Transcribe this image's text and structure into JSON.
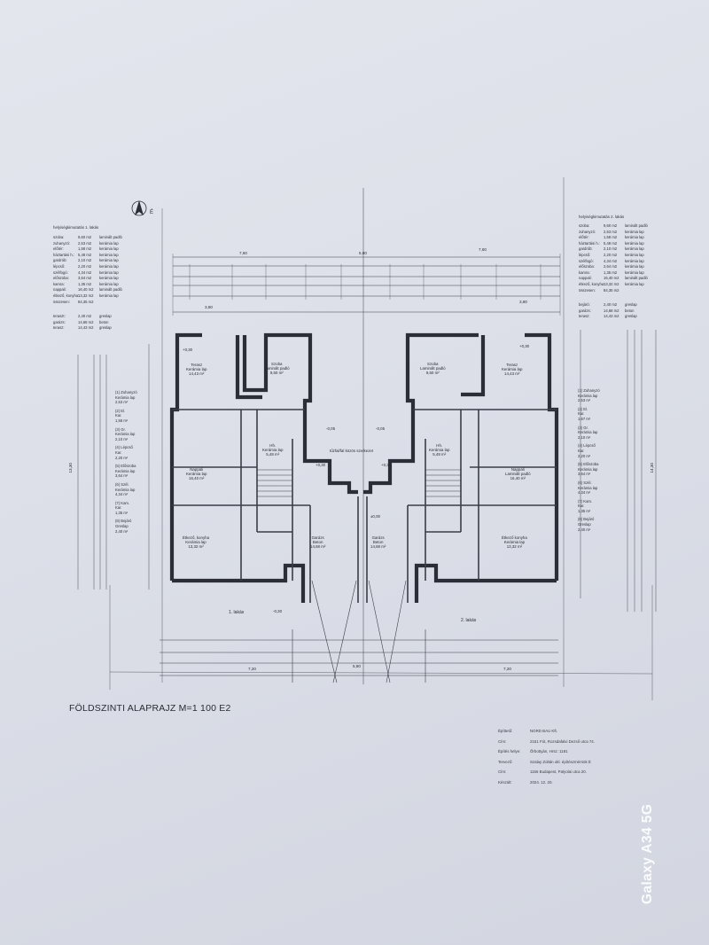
{
  "sheet": {
    "drawing_title": "FÖLDSZINTI ALAPRAJZ M=1 100 E2",
    "north_label": "É",
    "unit_labels": {
      "left": "1. lakás",
      "right": "2. lakás"
    },
    "overall_top": [
      "7,60",
      "5,80",
      "7,60"
    ],
    "overall_bottom": [
      "7,20",
      "5,80",
      "7,20"
    ],
    "left_height": "13,30",
    "right_height": "14,30"
  },
  "left_table": {
    "title": "helyiségkimutatás 1. lakás",
    "rows": [
      {
        "name": "szoba:",
        "area": "9,60 m2",
        "floor": "laminált padló"
      },
      {
        "name": "zuhanyzó:",
        "area": "2,53 m2",
        "floor": "kerámia lap"
      },
      {
        "name": "előtér:",
        "area": "1,58 m2",
        "floor": "kerámia lap"
      },
      {
        "name": "háztartási h.:",
        "area": "5,48 m2",
        "floor": "kerámia lap"
      },
      {
        "name": "gardrób:",
        "area": "2,10 m2",
        "floor": "kerámia lap"
      },
      {
        "name": "lépcső:",
        "area": "2,20 m2",
        "floor": "kerámia lap"
      },
      {
        "name": "szélfogó:",
        "area": "4,34 m2",
        "floor": "kerámia lap"
      },
      {
        "name": "előszoba:",
        "area": "3,64 m2",
        "floor": "kerámia lap"
      },
      {
        "name": "kamra:",
        "area": "1,35 m2",
        "floor": "kerámia lap"
      },
      {
        "name": "nappali:",
        "area": "16,40 m2",
        "floor": "laminált padló"
      },
      {
        "name": "étkező, konyha:",
        "area": "13,32 m2",
        "floor": "kerámia lap"
      },
      {
        "name": "összesen:",
        "area": "84,35 m2",
        "floor": ""
      }
    ],
    "extra": [
      {
        "name": "teraszt:",
        "area": "2,40 m2",
        "floor": "greslap"
      },
      {
        "name": "garázs:",
        "area": "14,68 m2",
        "floor": "beton"
      },
      {
        "name": "terasz:",
        "area": "14,43 m2",
        "floor": "greslap"
      }
    ]
  },
  "right_table": {
    "title": "helyiségkimutatás 2. lakás",
    "rows": [
      {
        "name": "szoba:",
        "area": "9,60 m2",
        "floor": "laminált padló"
      },
      {
        "name": "zuhanyzó:",
        "area": "2,53 m2",
        "floor": "kerámia lap"
      },
      {
        "name": "előtér:",
        "area": "1,58 m2",
        "floor": "kerámia lap"
      },
      {
        "name": "háztartási h.:",
        "area": "5,48 m2",
        "floor": "kerámia lap"
      },
      {
        "name": "gardrób:",
        "area": "2,10 m2",
        "floor": "kerámia lap"
      },
      {
        "name": "lépcső:",
        "area": "2,20 m2",
        "floor": "kerámia lap"
      },
      {
        "name": "szélfogó:",
        "area": "4,34 m2",
        "floor": "kerámia lap"
      },
      {
        "name": "előszoba:",
        "area": "2,64 m2",
        "floor": "kerámia lap"
      },
      {
        "name": "kamra:",
        "area": "1,35 m2",
        "floor": "kerámia lap"
      },
      {
        "name": "nappali:",
        "area": "16,40 m2",
        "floor": "laminált padló"
      },
      {
        "name": "étkező, konyha:",
        "area": "13,32 m2",
        "floor": "kerámia lap"
      },
      {
        "name": "összesen:",
        "area": "84,35 m2",
        "floor": ""
      }
    ],
    "extra": [
      {
        "name": "bejáró:",
        "area": "2,40 m2",
        "floor": "greslap"
      },
      {
        "name": "garázs:",
        "area": "14,68 m2",
        "floor": "beton"
      },
      {
        "name": "terasz:",
        "area": "14,43 m2",
        "floor": "greslap"
      }
    ]
  },
  "left_legend": [
    {
      "num": "1",
      "name": "Zuhanyzó",
      "floor": "Kerámia lap",
      "area": "2,53 m²"
    },
    {
      "num": "2",
      "name": "El.",
      "floor": "Kar.",
      "area": "1,58 m²"
    },
    {
      "num": "3",
      "name": "Gr.",
      "floor": "Kerámia lap",
      "area": "2,10 m²"
    },
    {
      "num": "4",
      "name": "Lépcső",
      "floor": "Kar.",
      "area": "2,20 m²"
    },
    {
      "num": "5",
      "name": "Előszoba",
      "floor": "Kerámia lap",
      "area": "3,64 m²"
    },
    {
      "num": "6",
      "name": "Szél.",
      "floor": "Kerámia lap",
      "area": "4,34 m²"
    },
    {
      "num": "7",
      "name": "Kam.",
      "floor": "Kar.",
      "area": "1,35 m²"
    },
    {
      "num": "8",
      "name": "Bejáró",
      "floor": "Greslap",
      "area": "2,40 m²"
    }
  ],
  "right_legend": [
    {
      "num": "1",
      "name": "Zuhanyzó",
      "floor": "Kerámia lap",
      "area": "2,53 m²"
    },
    {
      "num": "2",
      "name": "El.",
      "floor": "Kar.",
      "area": "1,67 m²"
    },
    {
      "num": "3",
      "name": "Gr.",
      "floor": "Kerámia lap",
      "area": "2,10 m²"
    },
    {
      "num": "4",
      "name": "Lépcső",
      "floor": "Kar.",
      "area": "2,20 m²"
    },
    {
      "num": "5",
      "name": "Előszoba",
      "floor": "Kerámia lap",
      "area": "3,64 m²"
    },
    {
      "num": "6",
      "name": "Szél.",
      "floor": "Kerámia lap",
      "area": "4,34 m²"
    },
    {
      "num": "7",
      "name": "Kam.",
      "floor": "Kar.",
      "area": "1,35 m²"
    },
    {
      "num": "8",
      "name": "Bejáró",
      "floor": "Greslap",
      "area": "2,40 m²"
    }
  ],
  "rooms": {
    "l_terrace": {
      "name": "Terasz",
      "floor": "Kerámia lap",
      "area": "14,43 m²"
    },
    "l_room": {
      "name": "Szoba",
      "floor": "Laminált padló",
      "area": "9,60 m²"
    },
    "l_living": {
      "name": "Nappali",
      "floor": "Kerámia lap",
      "area": "16,40 m²"
    },
    "l_hh": {
      "name": "Hh.",
      "floor": "Kerámia lap",
      "area": "5,48 m²"
    },
    "l_kitchen": {
      "name": "Étkező, konyha",
      "floor": "Kerámia lap",
      "area": "13,32 m²"
    },
    "l_garage": {
      "name": "Garázs",
      "floor": "Beton",
      "area": "14,68 m²"
    },
    "r_room": {
      "name": "Szoba",
      "floor": "Laminált padló",
      "area": "9,60 m²"
    },
    "r_terrace": {
      "name": "Terasz",
      "floor": "Kerámia lap",
      "area": "14,43 m²"
    },
    "r_hh": {
      "name": "Hh.",
      "floor": "Kerámia lap",
      "area": "5,48 m²"
    },
    "r_living": {
      "name": "Nappali",
      "floor": "Laminált padló",
      "area": "16,40 m²"
    },
    "r_garage": {
      "name": "Garázs",
      "floor": "Beton",
      "area": "14,68 m²"
    },
    "r_kitchen": {
      "name": "Étkező konyha",
      "floor": "Kerámia lap",
      "area": "13,32 m²"
    }
  },
  "center_note": "tűzfal/fal közös szerkezet",
  "level_marks": [
    "+0,30",
    "+0,30",
    "-0,05",
    "-0,05",
    "+0,30",
    "+0,30",
    "±0,00",
    "-0,30"
  ],
  "title_block": [
    {
      "label": "Építtető:",
      "value": "NORD BAU Kft."
    },
    {
      "label": "Cím:",
      "value": "2151 Fót, Rozsdafalvi Dezső utca 74."
    },
    {
      "label": "Építés helye:",
      "value": "Őrbottyán, Hrsz: 1181"
    },
    {
      "label": "Tervező:",
      "value": "Szalay Zoltán okl. építészmérnök É"
    },
    {
      "label": "Cím:",
      "value": "1156 Budapest, Palyolai utca 20."
    },
    {
      "label": "Készült:",
      "value": "2024. 12. 20."
    }
  ],
  "watermark": "Galaxy A34 5G"
}
